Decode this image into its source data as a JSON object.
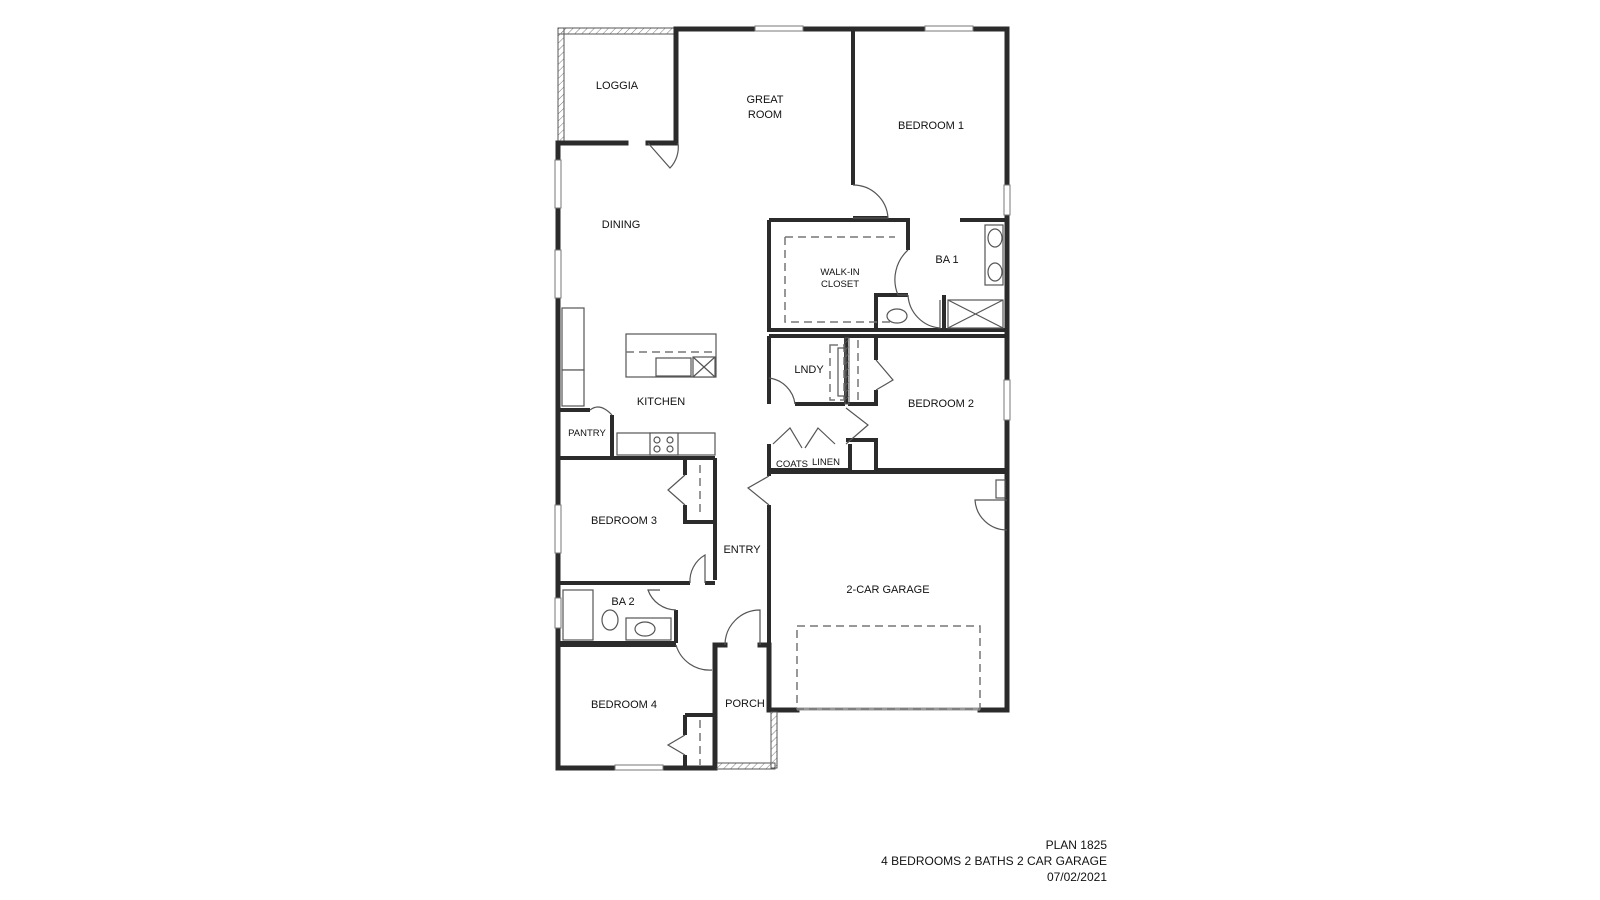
{
  "plan": {
    "name": "PLAN 1825",
    "summary": "4 BEDROOMS 2 BATHS 2 CAR GARAGE",
    "date": "07/02/2021"
  },
  "rooms": {
    "loggia": "LOGGIA",
    "great_room_line1": "GREAT",
    "great_room_line2": "ROOM",
    "bedroom1": "BEDROOM 1",
    "dining": "DINING",
    "walk_in_closet_line1": "WALK-IN",
    "walk_in_closet_line2": "CLOSET",
    "ba1": "BA 1",
    "lndy": "LNDY",
    "kitchen": "KITCHEN",
    "pantry": "PANTRY",
    "bedroom2": "BEDROOM 2",
    "coats": "COATS",
    "linen": "LINEN",
    "bedroom3": "BEDROOM 3",
    "entry": "ENTRY",
    "garage": "2-CAR GARAGE",
    "ba2": "BA 2",
    "bedroom4": "BEDROOM 4",
    "porch": "PORCH"
  },
  "colors": {
    "wall": "#2b2b2b",
    "background": "#ffffff",
    "fixture_line": "#555555"
  }
}
